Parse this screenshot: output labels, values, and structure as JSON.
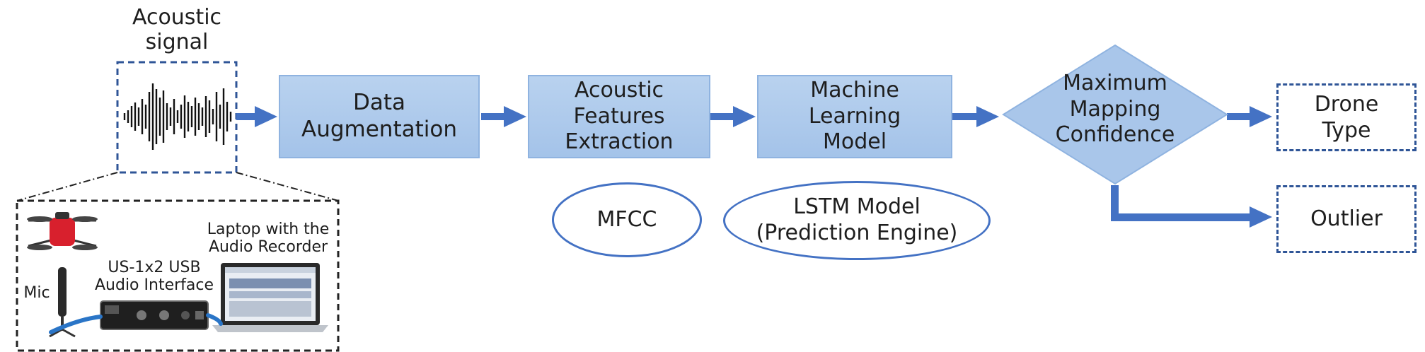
{
  "title": "Acoustic\nsignal",
  "steps": {
    "augmentation": "Data\nAugmentation",
    "features": "Acoustic\nFeatures\nExtraction",
    "model": "Machine\nLearning\nModel",
    "decision": "Maximum\nMapping\nConfidence"
  },
  "annotations": {
    "mfcc": "MFCC",
    "lstm": "LSTM Model\n(Prediction Engine)"
  },
  "outputs": {
    "drone_type": "Drone\nType",
    "outlier": "Outlier"
  },
  "setup": {
    "laptop": "Laptop with the\nAudio Recorder",
    "interface": "US-1x2 USB\nAudio Interface",
    "mic": "Mic"
  },
  "colors": {
    "arrow": "#4472c4",
    "box_fill": "#a9c6ea",
    "dashed_border": "#2f5597"
  }
}
